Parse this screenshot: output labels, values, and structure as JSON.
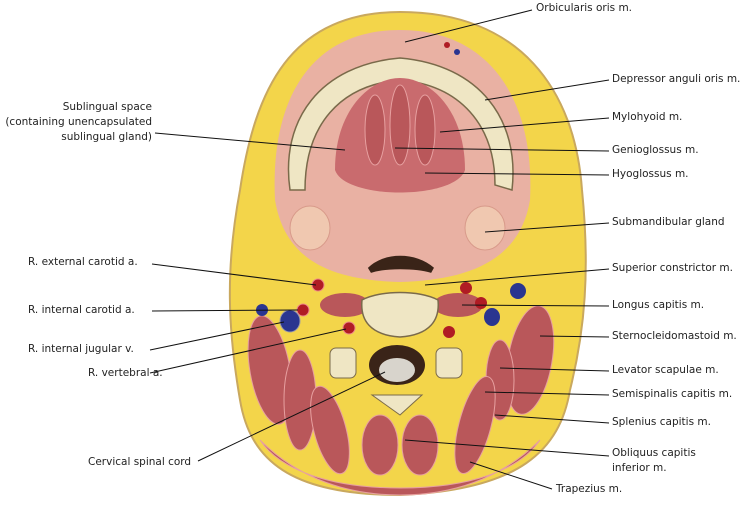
{
  "labels_right": {
    "orbicularis": "Orbicularis oris m.",
    "depressor": "Depressor anguli oris m.",
    "mylohyoid": "Mylohyoid m.",
    "genioglossus": "Genioglossus m.",
    "hyoglossus": "Hyoglossus m.",
    "submandibular": "Submandibular gland",
    "constrictor": "Superior constrictor m.",
    "longus": "Longus capitis m.",
    "scm": "Sternocleidomastoid m.",
    "levator": "Levator scapulae m.",
    "semispinalis": "Semispinalis capitis m.",
    "splenius": "Splenius capitis m.",
    "obliquus_1": "Obliquus capitis",
    "obliquus_2": "inferior m.",
    "trapezius": "Trapezius m."
  },
  "labels_left": {
    "sublingual_1": "Sublingual space",
    "sublingual_2": "(containing unencapsulated",
    "sublingual_3": "sublingual gland)",
    "ext_carotid": "R. external carotid a.",
    "int_carotid": "R. internal carotid a.",
    "jugular": "R. internal jugular v.",
    "vertebral": "R. vertebral a.",
    "spinal_cord": "Cervical spinal cord"
  },
  "colors": {
    "fat": "#f3d54a",
    "muscle": "#b9575a",
    "bone": "#efe6c4",
    "artery": "#b01c24",
    "vein": "#2a3590",
    "mucosa": "#e9b1a3"
  }
}
